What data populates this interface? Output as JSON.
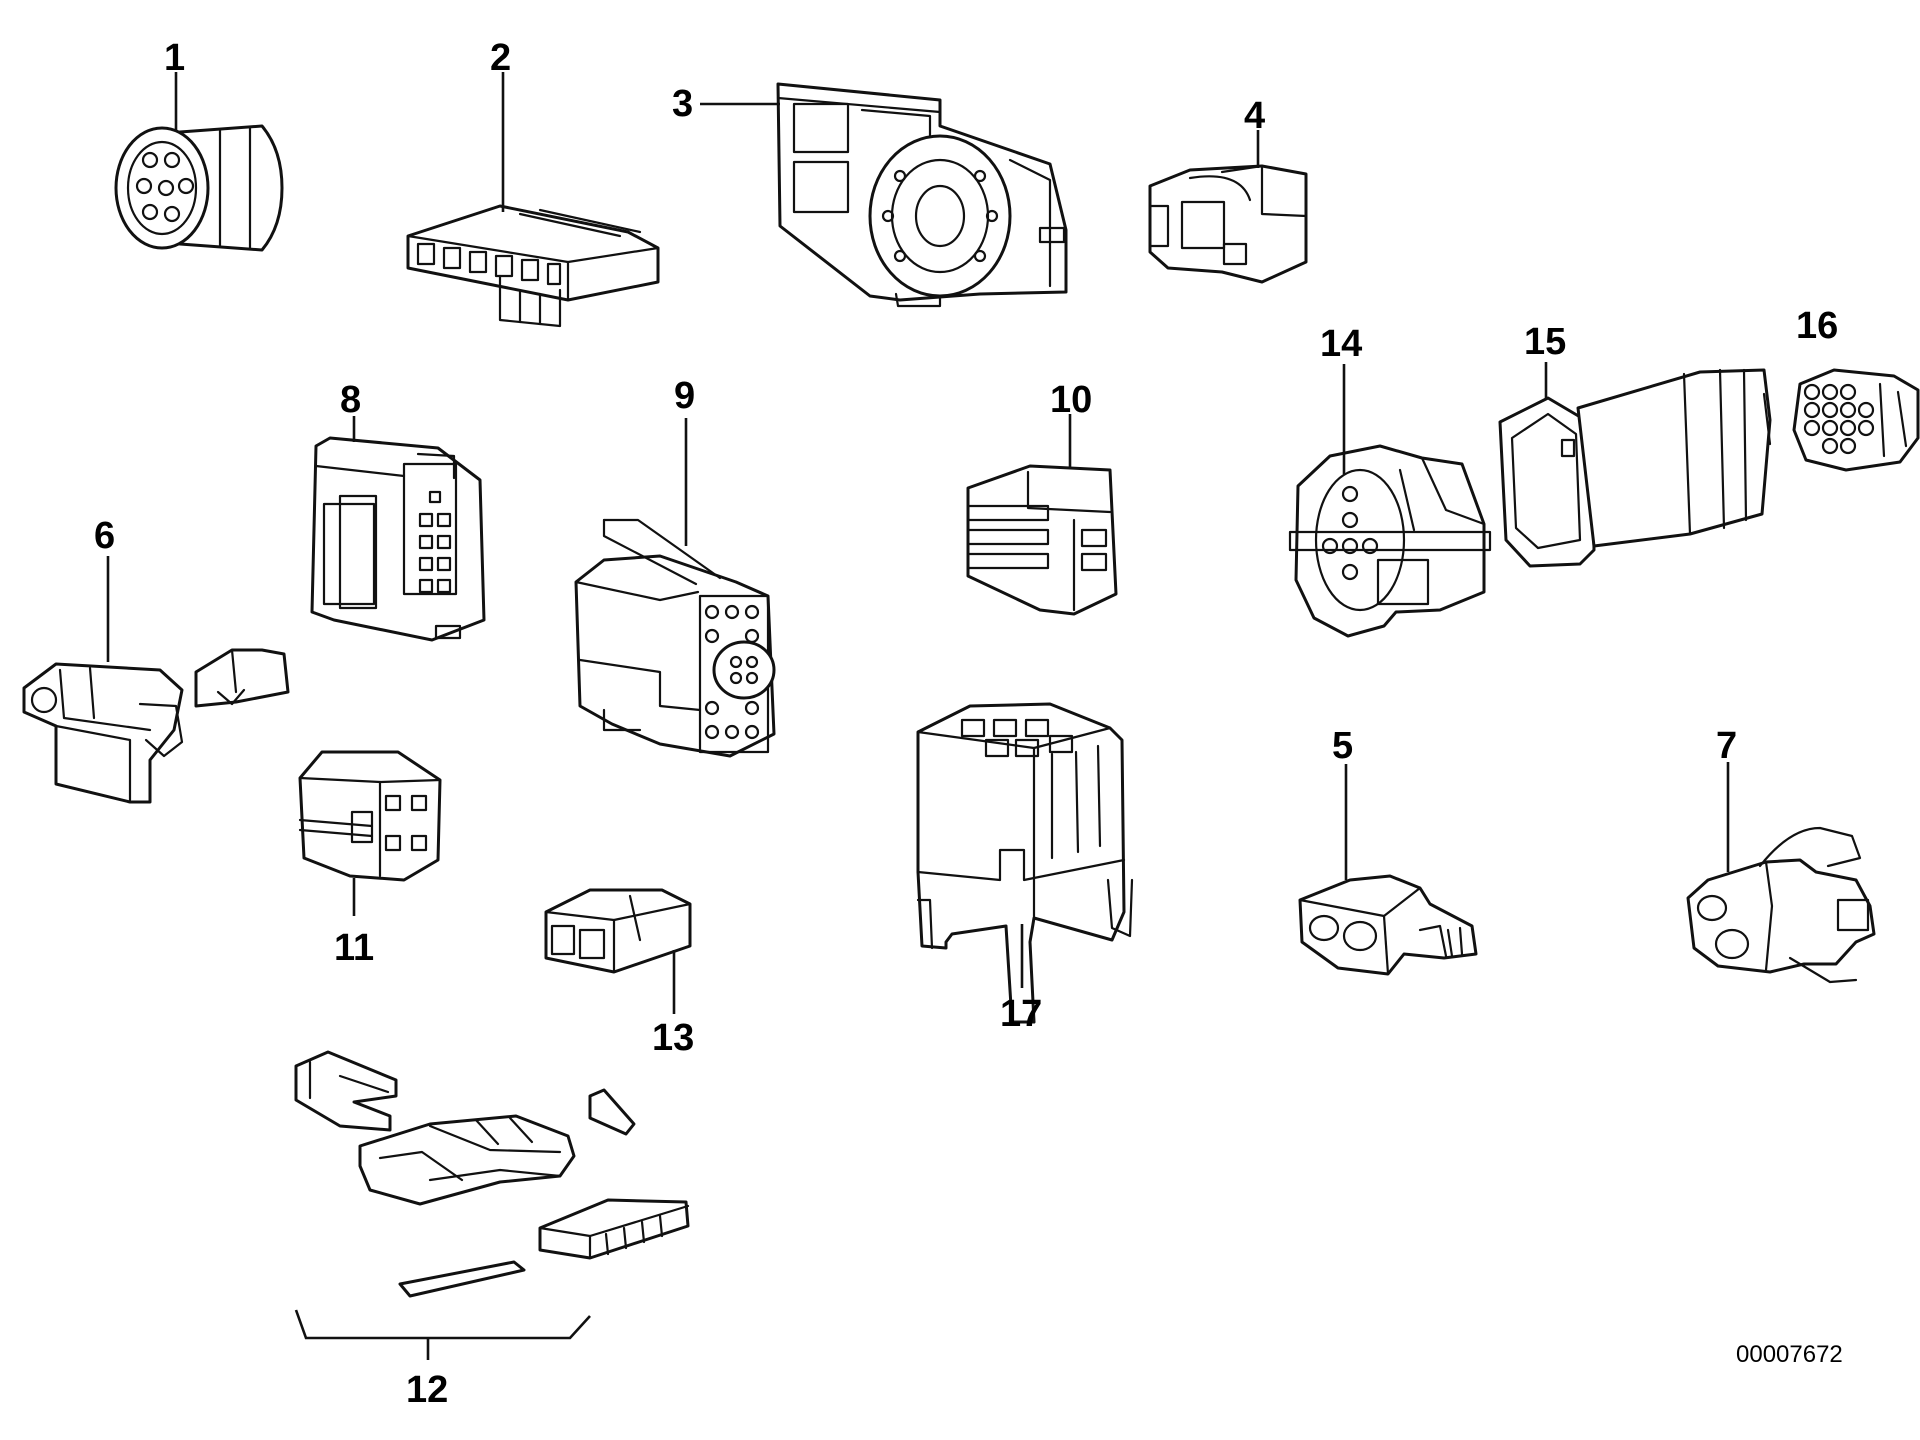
{
  "diagram": {
    "reference_number": "00007672",
    "labels": {
      "p1": "1",
      "p2": "2",
      "p3": "3",
      "p4": "4",
      "p5": "5",
      "p6": "6",
      "p7": "7",
      "p8": "8",
      "p9": "9",
      "p10": "10",
      "p11": "11",
      "p12": "12",
      "p13": "13",
      "p14": "14",
      "p15": "15",
      "p16": "16",
      "p17": "17"
    }
  }
}
